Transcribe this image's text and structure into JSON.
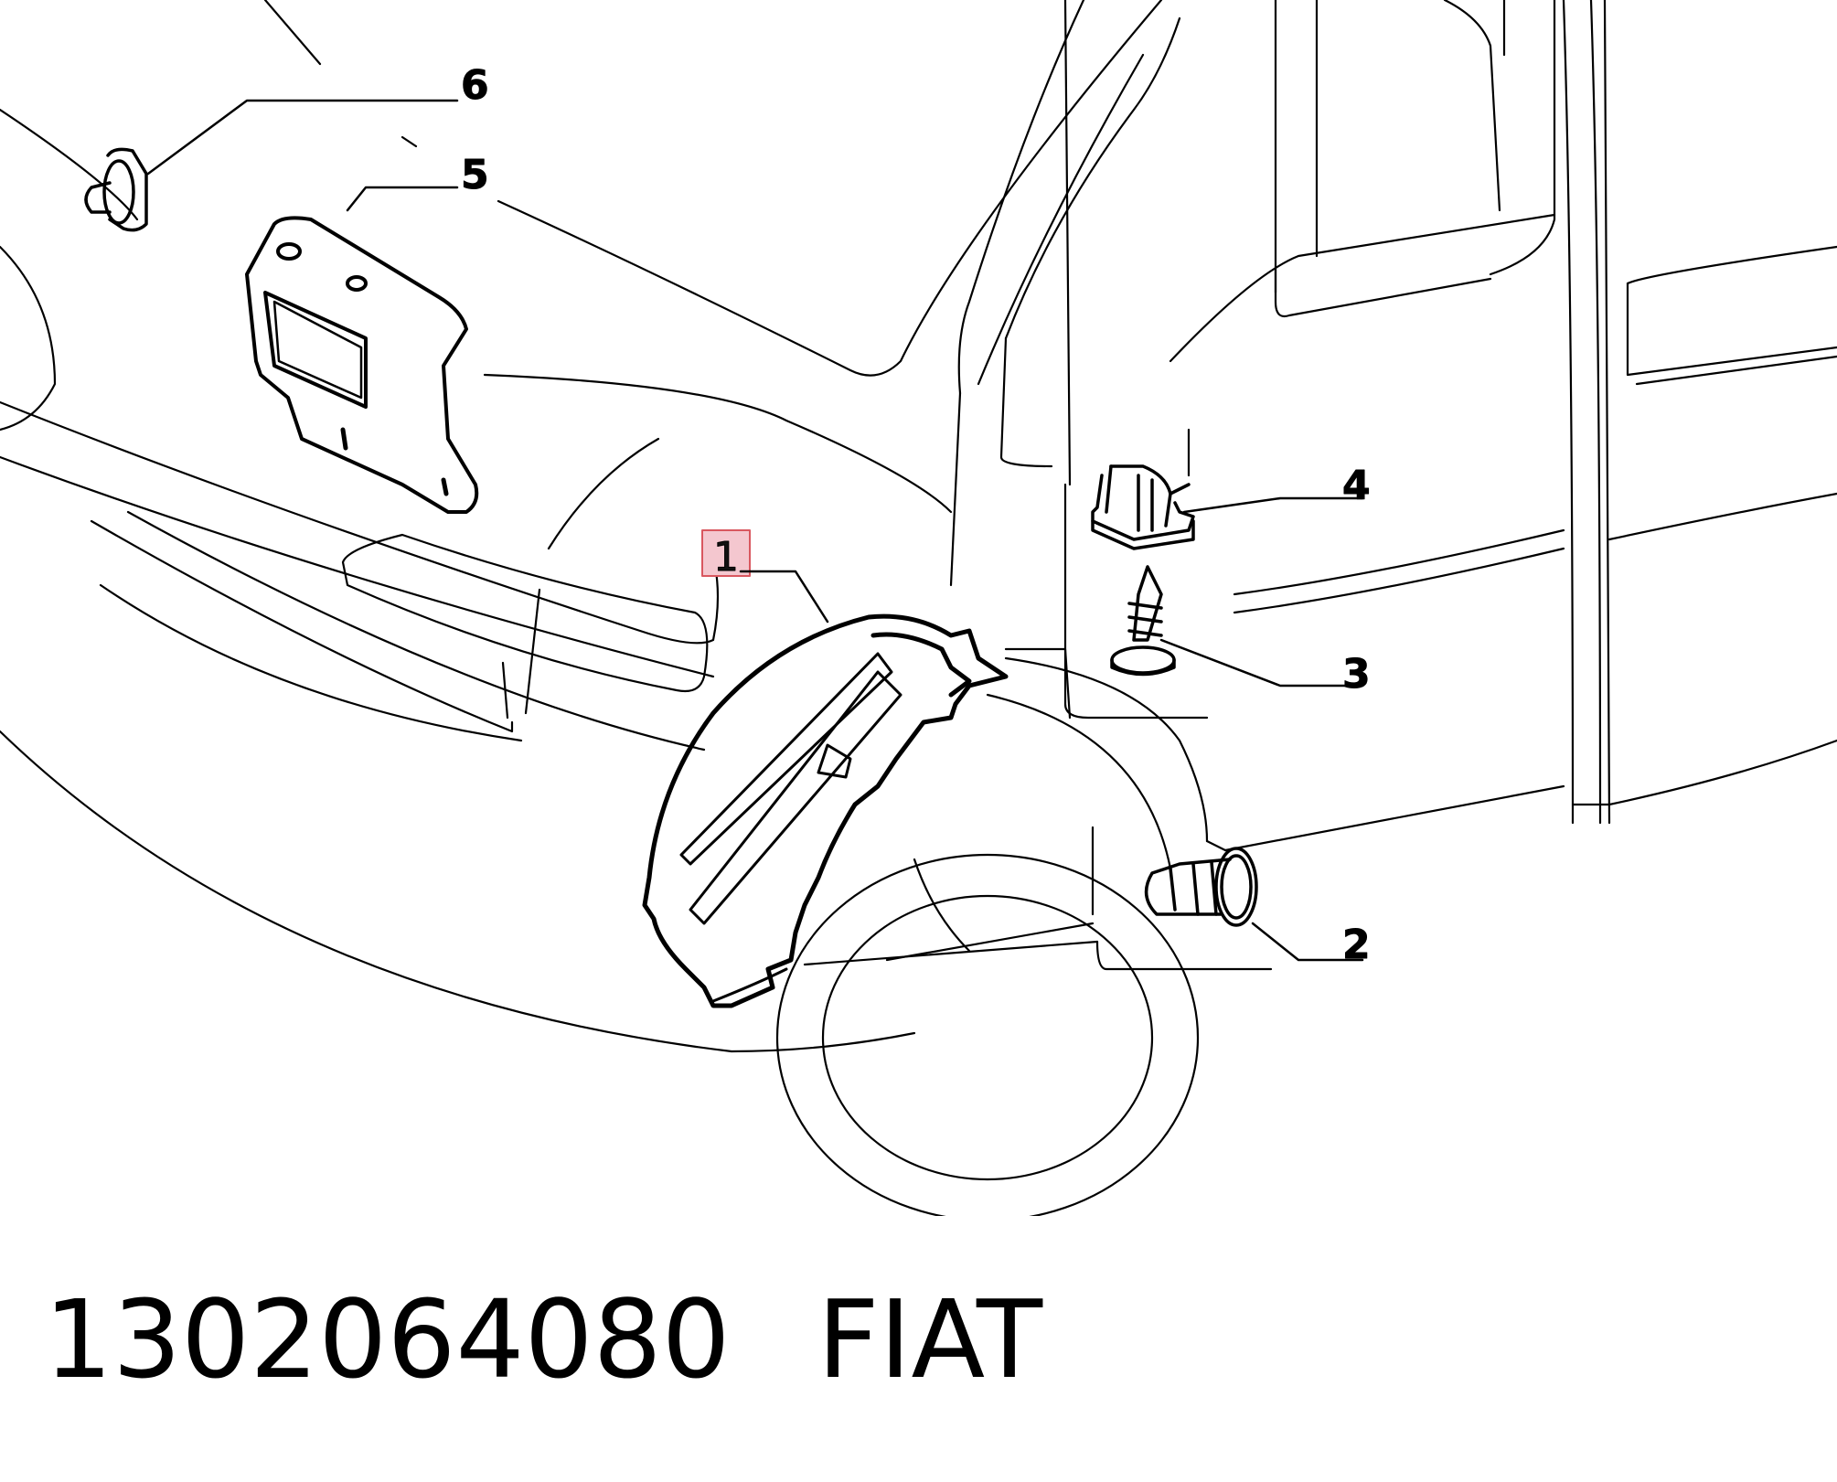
{
  "diagram": {
    "callouts": [
      "1",
      "2",
      "3",
      "4",
      "5",
      "6"
    ],
    "highlight_color": "#f4c7cf",
    "highlight_border": "#d9575f",
    "line_color": "#000000"
  },
  "caption": {
    "part_number": "1302064080",
    "brand": "FIAT"
  }
}
